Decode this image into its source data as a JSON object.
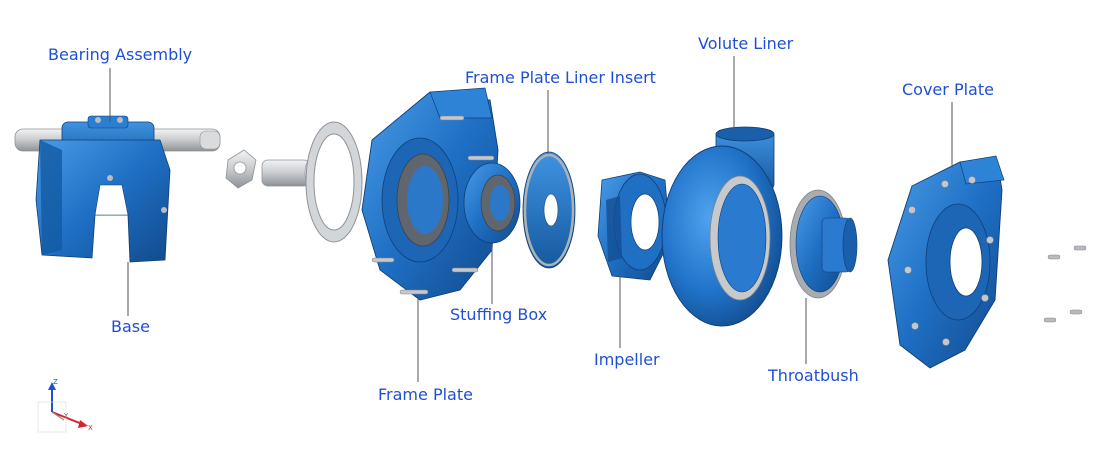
{
  "labels": {
    "bearing_assembly": "Bearing Assembly",
    "base": "Base",
    "frame_plate": "Frame Plate",
    "frame_plate_liner_insert": "Frame Plate Liner Insert",
    "stuffing_box": "Stuffing Box",
    "impeller": "Impeller",
    "volute_liner": "Volute Liner",
    "throatbush": "Throatbush",
    "cover_plate": "Cover Plate"
  },
  "axis_triad": {
    "z": "Z",
    "y": "Y",
    "x": "X"
  },
  "colors": {
    "label_text": "#1f4fd6",
    "part_blue": "#1e6fc4",
    "part_blue_dark": "#134f94",
    "part_blue_light": "#3d8fe0",
    "metal_grey": "#c9cccf",
    "metal_dark": "#8f9398",
    "leader_line": "#555555",
    "axis_x": "#d8202a",
    "axis_z": "#1f4fd6"
  }
}
